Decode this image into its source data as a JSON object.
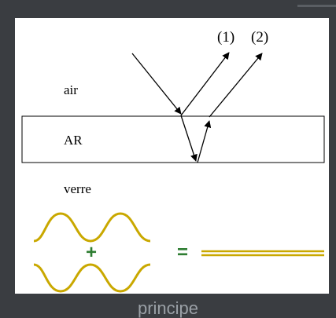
{
  "diagram": {
    "ray_label_1": "(1)",
    "ray_label_2": "(2)",
    "medium_top": "air",
    "coating": "AR",
    "medium_bottom": "verre",
    "plus_sign": "+",
    "equals_sign": "="
  },
  "caption": "principe",
  "colors": {
    "background": "#3a3d41",
    "panel": "#ffffff",
    "wave": "#c9a800",
    "operator": "#2e7d32",
    "ray": "#000000"
  }
}
